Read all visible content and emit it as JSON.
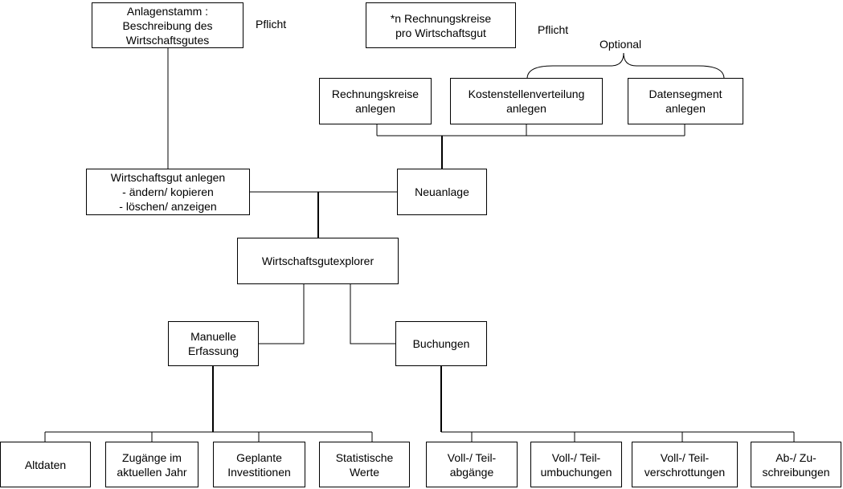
{
  "boxes": {
    "anlagenstamm": "Anlagenstamm :\nBeschreibung des\nWirtschaftsgutes",
    "rechnungskreise_pro": "*n Rechnungskreise\npro Wirtschaftsgut",
    "rechnungskreise_anlegen": "Rechnungskreise\nanlegen",
    "kostenstellen": "Kostenstellenverteilung\nanlegen",
    "datensegment": "Datensegment\nanlegen",
    "wirtschaftsgut_anlegen": "Wirtschaftsgut anlegen\n- ändern/ kopieren\n- löschen/ anzeigen",
    "neuanlage": "Neuanlage",
    "explorer": "Wirtschaftsgutexplorer",
    "manuelle": "Manuelle\nErfassung",
    "buchungen": "Buchungen",
    "altdaten": "Altdaten",
    "zugaenge": "Zugänge im\naktuellen Jahr",
    "geplante": "Geplante\nInvestitionen",
    "statistische": "Statistische\nWerte",
    "abgaenge": "Voll-/ Teil-\nabgänge",
    "umbuchungen": "Voll-/ Teil-\numbuchungen",
    "verschrottungen": "Voll-/ Teil-\nverschrottungen",
    "zuschreibungen": "Ab-/ Zu-\nschreibungen"
  },
  "labels": {
    "pflicht_1": "Pflicht",
    "pflicht_2": "Pflicht",
    "optional": "Optional"
  }
}
